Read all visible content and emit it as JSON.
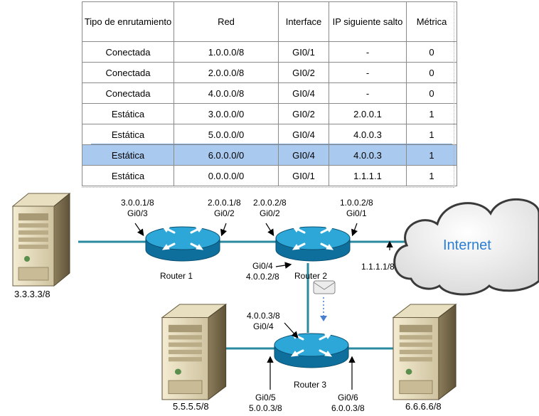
{
  "routing_table": {
    "headers": [
      "Tipo de enrutamiento",
      "Red",
      "Interface",
      "IP siguiente salto",
      "Métrica"
    ],
    "rows": [
      [
        "Conectada",
        "1.0.0.0/8",
        "GI0/1",
        "-",
        "0"
      ],
      [
        "Conectada",
        "2.0.0.0/8",
        "GI0/2",
        "-",
        "0"
      ],
      [
        "Conectada",
        "4.0.0.0/8",
        "GI0/4",
        "-",
        "0"
      ],
      [
        "Estática",
        "3.0.0.0/0",
        "GI0/2",
        "2.0.0.1",
        "1"
      ],
      [
        "Estática",
        "5.0.0.0/0",
        "GI0/4",
        "4.0.0.3",
        "1"
      ],
      [
        "Estática",
        "6.0.0.0/0",
        "GI0/4",
        "4.0.0.3",
        "1"
      ],
      [
        "Estática",
        "0.0.0.0/0",
        "GI0/1",
        "1.1.1.1",
        "1"
      ]
    ],
    "highlighted_row": 5,
    "highlight_color": "#a9c9ef"
  },
  "network": {
    "devices": {
      "server_left": "3.3.3.3/8",
      "server_mid": "5.5.5.5/8",
      "server_right": "6.6.6.6/8",
      "router1": "Router 1",
      "router2": "Router 2",
      "router3": "Router 3",
      "cloud": "Internet"
    },
    "interfaces": {
      "r1_left": "3.0.0.1/8\nGi0/3",
      "r1_right": "2.0.0.1/8\nGi0/2",
      "r2_left": "2.0.0.2/8\nGi0/2",
      "r2_right": "1.0.0.2/8\nGi0/1",
      "r2_down": "Gi0/4\n4.0.0.2/8",
      "cloud_ip": "1.1.1.1/8",
      "r3_up": "4.0.0.3/8\nGi0/4",
      "r3_left": "Gi0/5\n5.0.0.3/8",
      "r3_right": "Gi0/6\n6.0.0.3/8"
    },
    "colors": {
      "link": "#2a8aa0",
      "router_top": "#2ca7d8",
      "router_body": "#0e6f9c",
      "cloud_text": "#2a7fd4",
      "packet_arrow": "#4a7fd0"
    },
    "icons": [
      "server-icon",
      "router-icon",
      "cloud-icon",
      "envelope-icon"
    ]
  }
}
